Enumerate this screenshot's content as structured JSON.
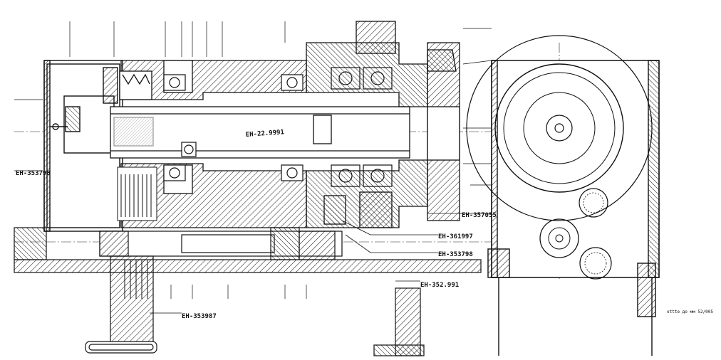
{
  "drawing": {
    "part_labels": {
      "spindle": "EH-22.9991",
      "left_flange": "EH-353798",
      "lower_right_1": "EH-361997",
      "lower_right_2": "EH-353798",
      "right_housing": "EH-357055",
      "pulley": "EH-353987",
      "bottom_center": "EH-352.991"
    },
    "corner_note": "ottte до мм 52/005"
  }
}
